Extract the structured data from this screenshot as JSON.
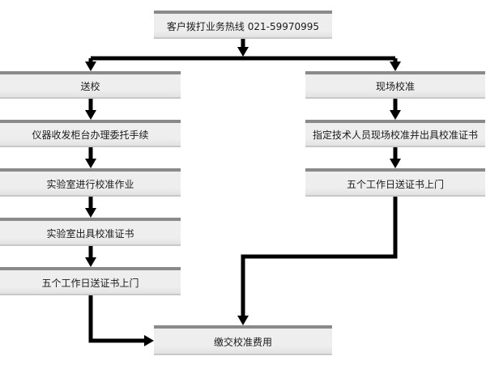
{
  "flowchart": {
    "hotline": "客户拨打业务热线 021-59970995",
    "left_branch": {
      "steps": [
        "送校",
        "仪器收发柜台办理委托手续",
        "实验室进行校准作业",
        "实验室出具校准证书",
        "五个工作日送证书上门"
      ]
    },
    "right_branch": {
      "steps": [
        "现场校准",
        "指定技术人员现场校准并出具校准证书",
        "五个工作日送证书上门"
      ]
    },
    "final": "缴交校准费用"
  },
  "colors": {
    "box_fill": "#eeeeee",
    "box_top_border": "#8a8a8a",
    "arrow": "#000000"
  }
}
